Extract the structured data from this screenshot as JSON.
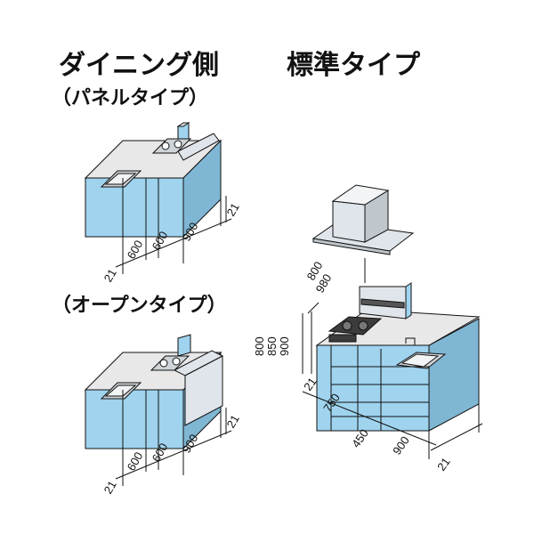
{
  "titles": {
    "dining_side": "ダイニング側",
    "panel_type": "（パネルタイプ）",
    "open_type": "（オープンタイプ）",
    "standard_type": "標準タイプ"
  },
  "panel_unit": {
    "widths": [
      "21",
      "600",
      "600",
      "900",
      "21"
    ]
  },
  "open_unit": {
    "widths": [
      "21",
      "600",
      "600",
      "900",
      "21"
    ]
  },
  "standard_unit": {
    "hood_heights": [
      "800",
      "980"
    ],
    "counter_heights": [
      "800",
      "850",
      "900"
    ],
    "widths": [
      "21",
      "750",
      "450",
      "900",
      "21"
    ]
  },
  "colors": {
    "cabinet_front": "#9fd3ee",
    "cabinet_side": "#7fb6d3",
    "cabinet_top": "#dfe5ea",
    "countertop": "#eaeaea",
    "line": "#111111"
  }
}
